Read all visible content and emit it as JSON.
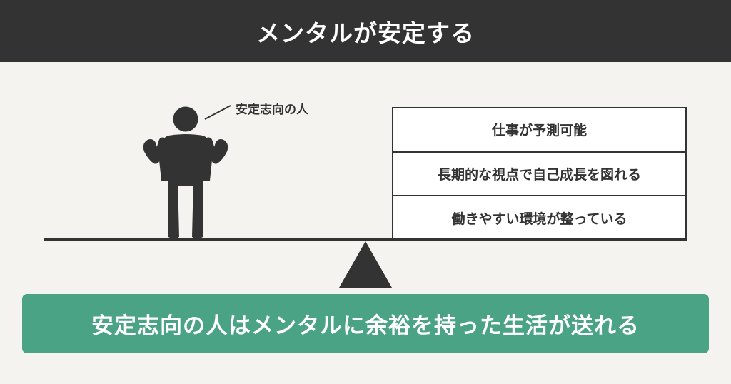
{
  "header": {
    "title": "メンタルが安定する",
    "background_color": "#333333"
  },
  "person": {
    "label": "安定志向の人",
    "icon": "person-icon"
  },
  "factors": {
    "items": [
      {
        "label": "仕事が予測可能"
      },
      {
        "label": "長期的な視点で自己成長を図れる"
      },
      {
        "label": "働きやすい環境が整っている"
      }
    ]
  },
  "seesaw": {
    "fulcrum_icon": "triangle-fulcrum-icon"
  },
  "conclusion": {
    "text": "安定志向の人はメンタルに余裕を持った生活が送れる",
    "background_color": "#4aa385"
  },
  "colors": {
    "page_background": "#f4f3ef",
    "dark": "#333333",
    "accent_green": "#4aa385"
  }
}
